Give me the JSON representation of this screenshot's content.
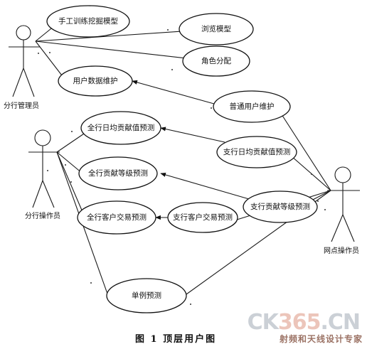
{
  "actors": {
    "branch_manager": "分行管理员",
    "branch_operator": "分行操作员",
    "outlet_operator": "网点操作员"
  },
  "use_cases": {
    "manual_training": "手工训练挖掘模型",
    "browse_model": "浏览模型",
    "role_assign": "角色分配",
    "user_data_maintain": "用户数据维护",
    "normal_user_maintain": "普通用户维护",
    "bank_daily_contrib": "全行日均贡献值预测",
    "sub_daily_contrib": "支行日均贡献值预测",
    "bank_contrib_level": "全行贡献等级预测",
    "sub_contrib_level": "支行贡献等级预测",
    "bank_customer_trade": "全行客户交易预测",
    "sub_customer_trade": "支行客户交易预测",
    "single_predict": "单例预测"
  },
  "caption": "图 1    顶层用户图",
  "watermark": {
    "logo_prefix": "CK",
    "logo_number": "365",
    "logo_suffix": ".CN",
    "slogan": "射频和天线设计专家"
  }
}
